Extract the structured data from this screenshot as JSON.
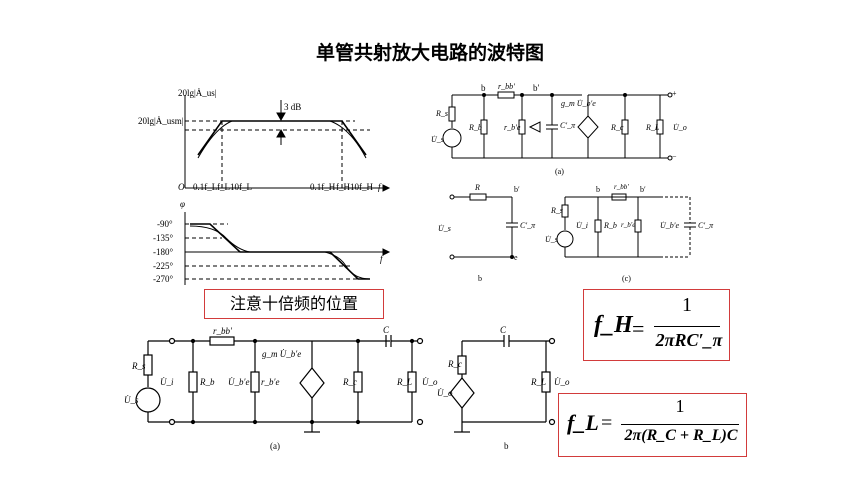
{
  "title": "单管共射放大电路的波特图",
  "note": "注意十倍频的位置",
  "bode": {
    "mag_ylabel": "20lg|Ȧ_us|",
    "mag_ref_label": "20lg|Ȧ_usm|",
    "db_label": "3 dB",
    "x_ticks": [
      "O",
      "0.1f_L",
      "f_L",
      "10f_L",
      "0.1f_H",
      "f_H",
      "10f_H",
      "f"
    ],
    "phase_ylabel": "φ",
    "phase_ticks": [
      "-90°",
      "-135°",
      "-180°",
      "-225°",
      "-270°"
    ],
    "phase_xlabel": "f"
  },
  "formulas": {
    "fh": {
      "lhs": "f_H",
      "num": "1",
      "den": "2πRC′_π"
    },
    "fl": {
      "lhs": "f_L",
      "num": "1",
      "den": "2π(R_C + R_L)C"
    }
  },
  "circuit_labels": {
    "a": "(a)",
    "b": "b",
    "c": "(c)",
    "Rs": "R_s",
    "Rb": "R_b",
    "Rc": "R_c",
    "RL": "R_L",
    "R": "R",
    "rbb": "r_bb′",
    "rbe": "r_b′e",
    "gm": "g_m U̇_b′e",
    "Us": "U̇_s",
    "Ui": "U̇_i",
    "Uo": "U̇_o",
    "Ubpe": "U̇_b′e",
    "Cpi": "C′_π",
    "C": "C",
    "bp": "b′",
    "e": "e",
    "plus": "+",
    "minus": "−"
  }
}
